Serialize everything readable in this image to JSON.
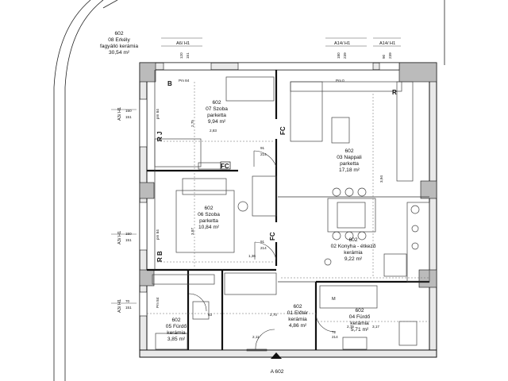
{
  "rooms": [
    {
      "id": "erkely",
      "apt": "602",
      "name": "08 Erkély",
      "floor": "fagyálló kerámia",
      "area": "30,54 m²"
    },
    {
      "id": "szoba07",
      "apt": "602",
      "name": "07 Szoba",
      "floor": "parketta",
      "area": "9,94 m²"
    },
    {
      "id": "nappali",
      "apt": "602",
      "name": "03 Nappali",
      "floor": "parketta",
      "area": "17,18 m²"
    },
    {
      "id": "szoba06",
      "apt": "602",
      "name": "06 Szoba",
      "floor": "parketta",
      "area": "10,84 m²"
    },
    {
      "id": "konyha",
      "apt": "602",
      "name": "02 Konyha - étkező",
      "floor": "kerámia",
      "area": "9,22 m²"
    },
    {
      "id": "eloter",
      "apt": "602",
      "name": "01 Előtér",
      "floor": "kerámia",
      "area": "4,86 m²"
    },
    {
      "id": "furdo04",
      "apt": "602",
      "name": "04 Fürdő",
      "floor": "kerámia",
      "area": "5,71 m²"
    },
    {
      "id": "furdo05",
      "apt": "602",
      "name": "05 Fürdő",
      "floor": "kerámia",
      "area": "3,85 m²"
    }
  ],
  "window_tags": {
    "top": [
      "A6/ H1",
      "A14/ H1",
      "A14/ H1"
    ],
    "top_dims": [
      [
        "120",
        "151"
      ],
      [
        "180",
        "239"
      ],
      [
        "90",
        "239"
      ]
    ],
    "left": [
      "A3/ H1",
      "A3/ H1",
      "A3/ H1"
    ],
    "left_dims": [
      [
        "150",
        "151"
      ],
      [
        "150",
        "151"
      ],
      [
        "70",
        "151"
      ]
    ]
  },
  "markers": {
    "B": "B",
    "R_right": "R",
    "RJ": "R J",
    "RB": "R B",
    "M": "M",
    "FC_1": "FC",
    "FC_2": "FC",
    "FC_3": "FC",
    "pm_top": "Pm 84",
    "pm_0": "Pm 0",
    "pm_left1": "pm 84",
    "pm_left2": "pm 84",
    "pm_left3": "Pm 84",
    "entrance": "A 602"
  },
  "dimensions": {
    "d275": "2,75",
    "d283": "2,83",
    "d91a": "91",
    "d214a": "214",
    "d91b": "91",
    "d214b": "214",
    "d136": "1,36",
    "d387": "3,87",
    "d394": "3,94",
    "d270": "2,70",
    "d275b": "2,75",
    "d317": "3,17",
    "d72": "72",
    "d214c": "214",
    "d63": "63",
    "d211": "2,11"
  }
}
